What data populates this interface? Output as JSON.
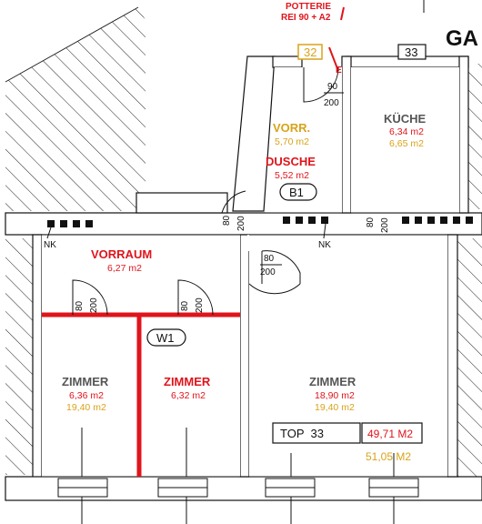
{
  "annotation_top": {
    "line1": "POTTERIE",
    "line2": "REI 90 + A2",
    "marker": "E"
  },
  "header_title_fragment": "GA",
  "unit_tags": {
    "left": "32",
    "right": "33"
  },
  "door_markers": [
    {
      "id": "door-entrance",
      "width": "90",
      "height": "200"
    },
    {
      "id": "door-vorr-left",
      "width": "80",
      "height": "200"
    },
    {
      "id": "door-kueche",
      "width": "80",
      "height": "200"
    },
    {
      "id": "door-center",
      "width": "80",
      "height": "200"
    },
    {
      "id": "door-zimmer-left",
      "width": "80",
      "height": "200"
    },
    {
      "id": "door-zimmer-mid",
      "width": "80",
      "height": "200"
    }
  ],
  "nk_labels": [
    "NK",
    "NK"
  ],
  "badges": {
    "b1": "B1",
    "w1": "W1"
  },
  "rooms": {
    "vorr_upper": {
      "name": "VORR.",
      "area": "5,70 m2"
    },
    "dusche": {
      "name": "DUSCHE",
      "area": "5,52 m2"
    },
    "kueche": {
      "name": "KÜCHE",
      "area1": "6,34 m2",
      "area2": "6,65 m2"
    },
    "vorraum": {
      "name": "VORRAUM",
      "area": "6,27 m2"
    },
    "zimmer_left": {
      "name": "ZIMMER",
      "area1": "6,36 m2",
      "area2": "19,40 m2"
    },
    "zimmer_mid": {
      "name": "ZIMMER",
      "area": "6,32 m2"
    },
    "zimmer_big": {
      "name": "ZIMMER",
      "area1": "18,90 m2",
      "area2": "19,40 m2"
    }
  },
  "top_box": {
    "label": "TOP  33",
    "area_red": "49,71 M2",
    "area_gold": "51,05 M2"
  },
  "colors": {
    "red": "#e0141b",
    "gold": "#d9a31a",
    "gray": "#555555",
    "wall": "#ffffff",
    "line": "#111111"
  }
}
